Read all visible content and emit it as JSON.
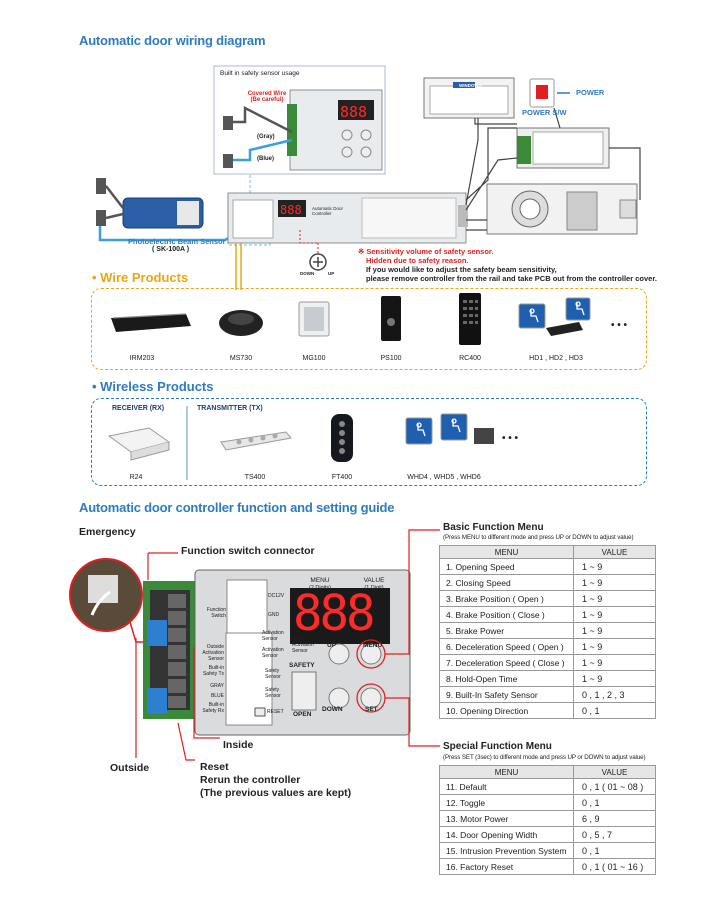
{
  "wiring": {
    "title": "Automatic door wiring diagram",
    "inset_title": "Built in safety sensor usage",
    "covered_wire": "Covered Wire",
    "be_careful": "(Be careful)",
    "gray": "(Gray)",
    "blue": "(Blue)",
    "power": "POWER",
    "power_sw": "POWER S/W",
    "beam_sensor": "Photoelectric Beam Sensor",
    "beam_model": "( SK-100A )",
    "sens_note_1": "※ Sensitivity volume of safety sensor.",
    "sens_note_2": "Hidden due to safety reason.",
    "sens_note_3": "If you would like to adjust the safety beam sensitivity,",
    "sens_note_4": "please remove controller from the rail and take PCB out from the controller cover.",
    "down": "DOWN",
    "up": "UP",
    "controller_name": "Automatic Door Controller",
    "brand": "WINDOWS"
  },
  "wire_products": {
    "title": "Wire Products",
    "items": [
      "IRM203",
      "MS730",
      "MG100",
      "PS100",
      "RC400",
      "HD1 , HD2 , HD3"
    ],
    "more": "• • •"
  },
  "wireless_products": {
    "title": "Wireless Products",
    "receiver_label": "RECEIVER (RX)",
    "transmitter_label": "TRANSMITTER (TX)",
    "items": [
      "R24",
      "TS400",
      "FT400",
      "WHD4 , WHD5 , WHD6"
    ],
    "more": "• • •"
  },
  "guide": {
    "title": "Automatic door controller function and setting guide",
    "emergency": "Emergency",
    "function_switch_connector": "Function switch connector",
    "inside": "Inside",
    "outside": "Outside",
    "reset": "Reset",
    "rerun": "Rerun the controller",
    "kept": "(The previous values are kept)",
    "panel": {
      "menu": "MENU",
      "menu_digits": "(2 Digits)",
      "value": "VALUE",
      "value_digits": "(1 Digit)",
      "digits": "888",
      "up": "UP",
      "menu_btn": "MENU",
      "safety": "SAFETY",
      "open": "OPEN",
      "down": "DOWN",
      "set": "SET",
      "function_switch": "Function Switch",
      "dc12v": "DC12V",
      "gnd": "GND",
      "activation_sensor": "Activation Sensor",
      "safety_sensor": "Safety Sensor",
      "outside_activation": "Outside Activation Sensor",
      "inside_activation": "Inside Activation Sensor",
      "builtin_tx": "Built-in Safety Tx",
      "gray": "GRAY",
      "blue": "BLUE",
      "builtin_rx": "Built-in Safety Rx",
      "reset": "RESET"
    }
  },
  "basic_menu": {
    "title": "Basic Function Menu",
    "subtitle": "(Press MENU to different mode and press UP or DOWN to adjust value)",
    "headers": [
      "MENU",
      "VALUE"
    ],
    "rows": [
      [
        "1. Opening Speed",
        "1 ~ 9"
      ],
      [
        "2. Closing Speed",
        "1 ~ 9"
      ],
      [
        "3. Brake Position ( Open )",
        "1 ~ 9"
      ],
      [
        "4. Brake Position ( Close )",
        "1 ~ 9"
      ],
      [
        "5. Brake Power",
        "1 ~ 9"
      ],
      [
        "6. Deceleration Speed ( Open )",
        "1 ~ 9"
      ],
      [
        "7. Deceleration Speed ( Close )",
        "1 ~ 9"
      ],
      [
        "8. Hold-Open Time",
        "1 ~ 9"
      ],
      [
        "9. Built-In Safety Sensor",
        "0 , 1 , 2 , 3"
      ],
      [
        "10.  Opening Direction",
        "0 , 1"
      ]
    ]
  },
  "special_menu": {
    "title": "Special Function Menu",
    "subtitle": "(Press SET (3sec) to different mode and press UP or DOWN to adjust value)",
    "headers": [
      "MENU",
      "VALUE"
    ],
    "rows": [
      [
        "11.  Default",
        "0 , 1 ( 01 ~ 08 )"
      ],
      [
        "12.  Toggle",
        "0 , 1"
      ],
      [
        "13.  Motor Power",
        "6 , 9"
      ],
      [
        "14.  Door Opening Width",
        "0 , 5 , 7"
      ],
      [
        "15.  Intrusion Prevention System",
        "0 , 1"
      ],
      [
        "16.  Factory Reset",
        "0 , 1 ( 01 ~ 16 )"
      ]
    ]
  },
  "colors": {
    "accent_blue": "#2f7bbf",
    "accent_orange": "#e6a817",
    "red": "#e02020",
    "digit_red": "#ff2a2a"
  }
}
